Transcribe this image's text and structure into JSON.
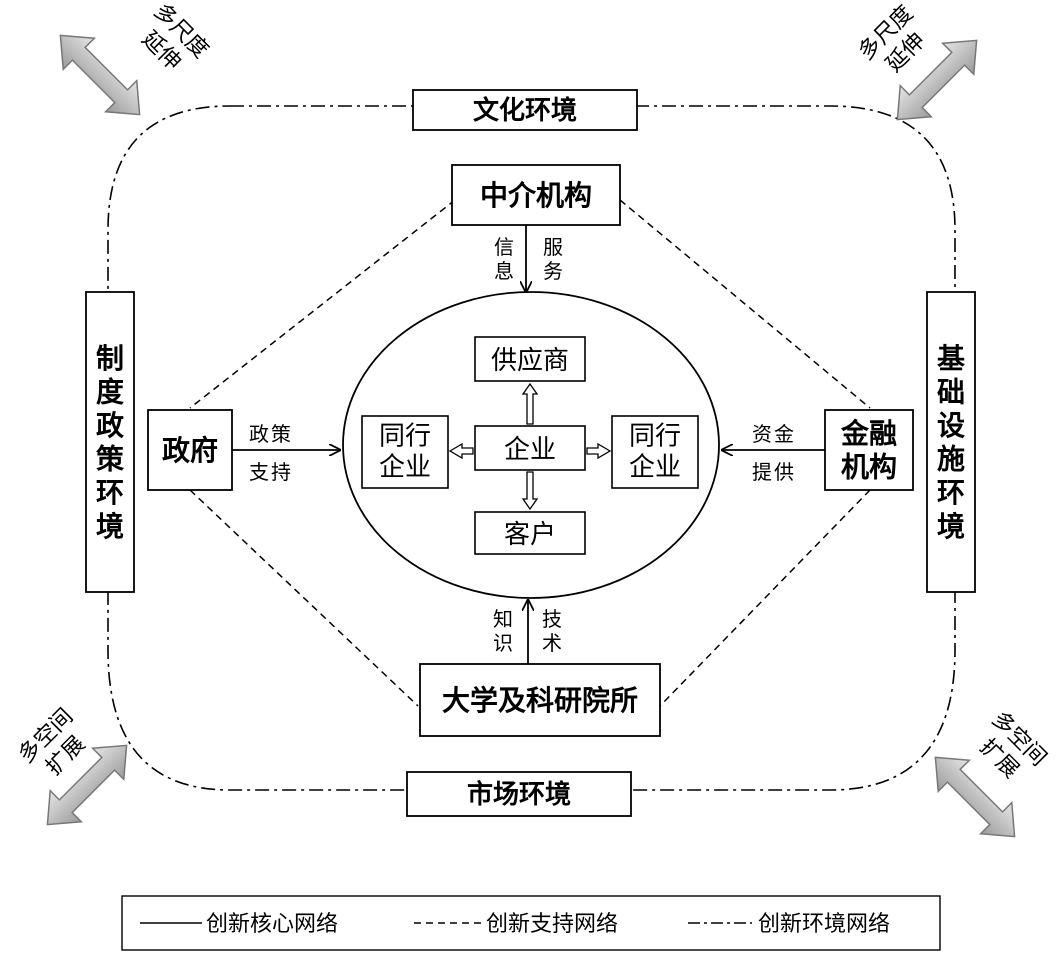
{
  "environments": {
    "top": "文化环境",
    "bottom": "市场环境",
    "left": "制度政策环境",
    "right": "基础设施环境"
  },
  "support_nodes": {
    "intermediary": "中介机构",
    "government": "政府",
    "finance": "金融机构",
    "university": "大学及科研院所"
  },
  "core_nodes": {
    "enterprise": "企业",
    "supplier": "供应商",
    "customer": "客户",
    "peer_left": "同行企业",
    "peer_right": "同行企业"
  },
  "flow_labels": {
    "info": "信息",
    "service": "服务",
    "policy": "政策",
    "support": "支持",
    "capital": "资金",
    "provide": "提供",
    "knowledge": "知识",
    "technology": "技术"
  },
  "corner_labels": {
    "top_left": [
      "多尺度",
      "延伸"
    ],
    "top_right": [
      "多尺度",
      "延伸"
    ],
    "bottom_left": [
      "多空间",
      "扩展"
    ],
    "bottom_right": [
      "多空间",
      "扩展"
    ]
  },
  "legend": {
    "solid": "创新核心网络",
    "dashed": "创新支持网络",
    "dashdot": "创新环境网络"
  }
}
